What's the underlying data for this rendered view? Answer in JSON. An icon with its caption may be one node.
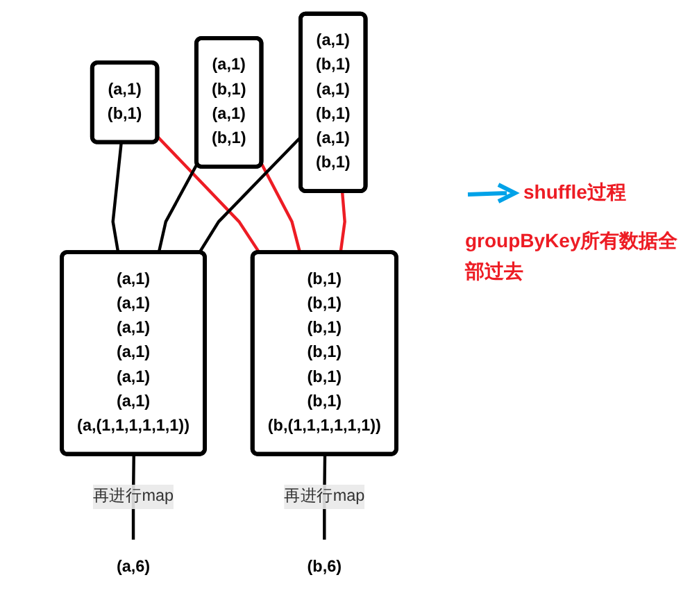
{
  "diagram": {
    "nodes": [
      {
        "text": [
          "(a,1)",
          "(b,1)"
        ]
      },
      {
        "text": [
          "(a,1)",
          "(b,1)",
          "(a,1)",
          "(b,1)"
        ]
      },
      {
        "text": [
          "(a,1)",
          "(b,1)",
          "(a,1)",
          "(b,1)",
          "(a,1)",
          "(b,1)"
        ]
      },
      {
        "text": [
          "(a,1)",
          "(a,1)",
          "(a,1)",
          "(a,1)",
          "(a,1)",
          "(a,1)",
          "(a,(1,1,1,1,1,1))"
        ]
      },
      {
        "text": [
          "(b,1)",
          "(b,1)",
          "(b,1)",
          "(b,1)",
          "(b,1)",
          "(b,1)",
          "(b,(1,1,1,1,1,1))"
        ]
      },
      {
        "text": [
          "(a,6)"
        ]
      },
      {
        "text": [
          "(b,6)"
        ]
      }
    ],
    "edges": [
      {
        "from": 0,
        "to": 3,
        "arrow": "none"
      },
      {
        "from": 0,
        "to": 4,
        "arrow": "none",
        "color": "#ed1c24"
      },
      {
        "from": 1,
        "to": 3,
        "arrow": "none"
      },
      {
        "from": 1,
        "to": 4,
        "arrow": "none",
        "color": "#ed1c24"
      },
      {
        "from": 2,
        "to": 3,
        "arrow": "none"
      },
      {
        "from": 2,
        "to": 4,
        "arrow": "none",
        "color": "#ed1c24"
      },
      {
        "from": 3,
        "to": 5,
        "arrow": "none",
        "label": "再进行map"
      },
      {
        "from": 4,
        "to": 6,
        "arrow": "none",
        "label": "再进行map"
      }
    ],
    "labels": [
      "groupByKey所有数据全部过去"
    ],
    "legend": [
      {
        "text": "shuffle过程"
      }
    ]
  }
}
